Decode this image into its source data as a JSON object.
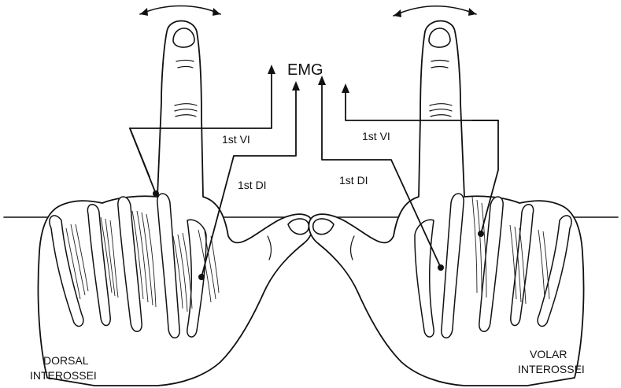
{
  "labels": {
    "emg": "EMG",
    "first_vi_left": "1st VI",
    "first_vi_right": "1st VI",
    "first_di_left": "1st DI",
    "first_di_right": "1st DI",
    "dorsal_line1": "DORSAL",
    "dorsal_line2": "INTEROSSEI",
    "volar_line1": "VOLAR",
    "volar_line2": "INTEROSSEI"
  }
}
